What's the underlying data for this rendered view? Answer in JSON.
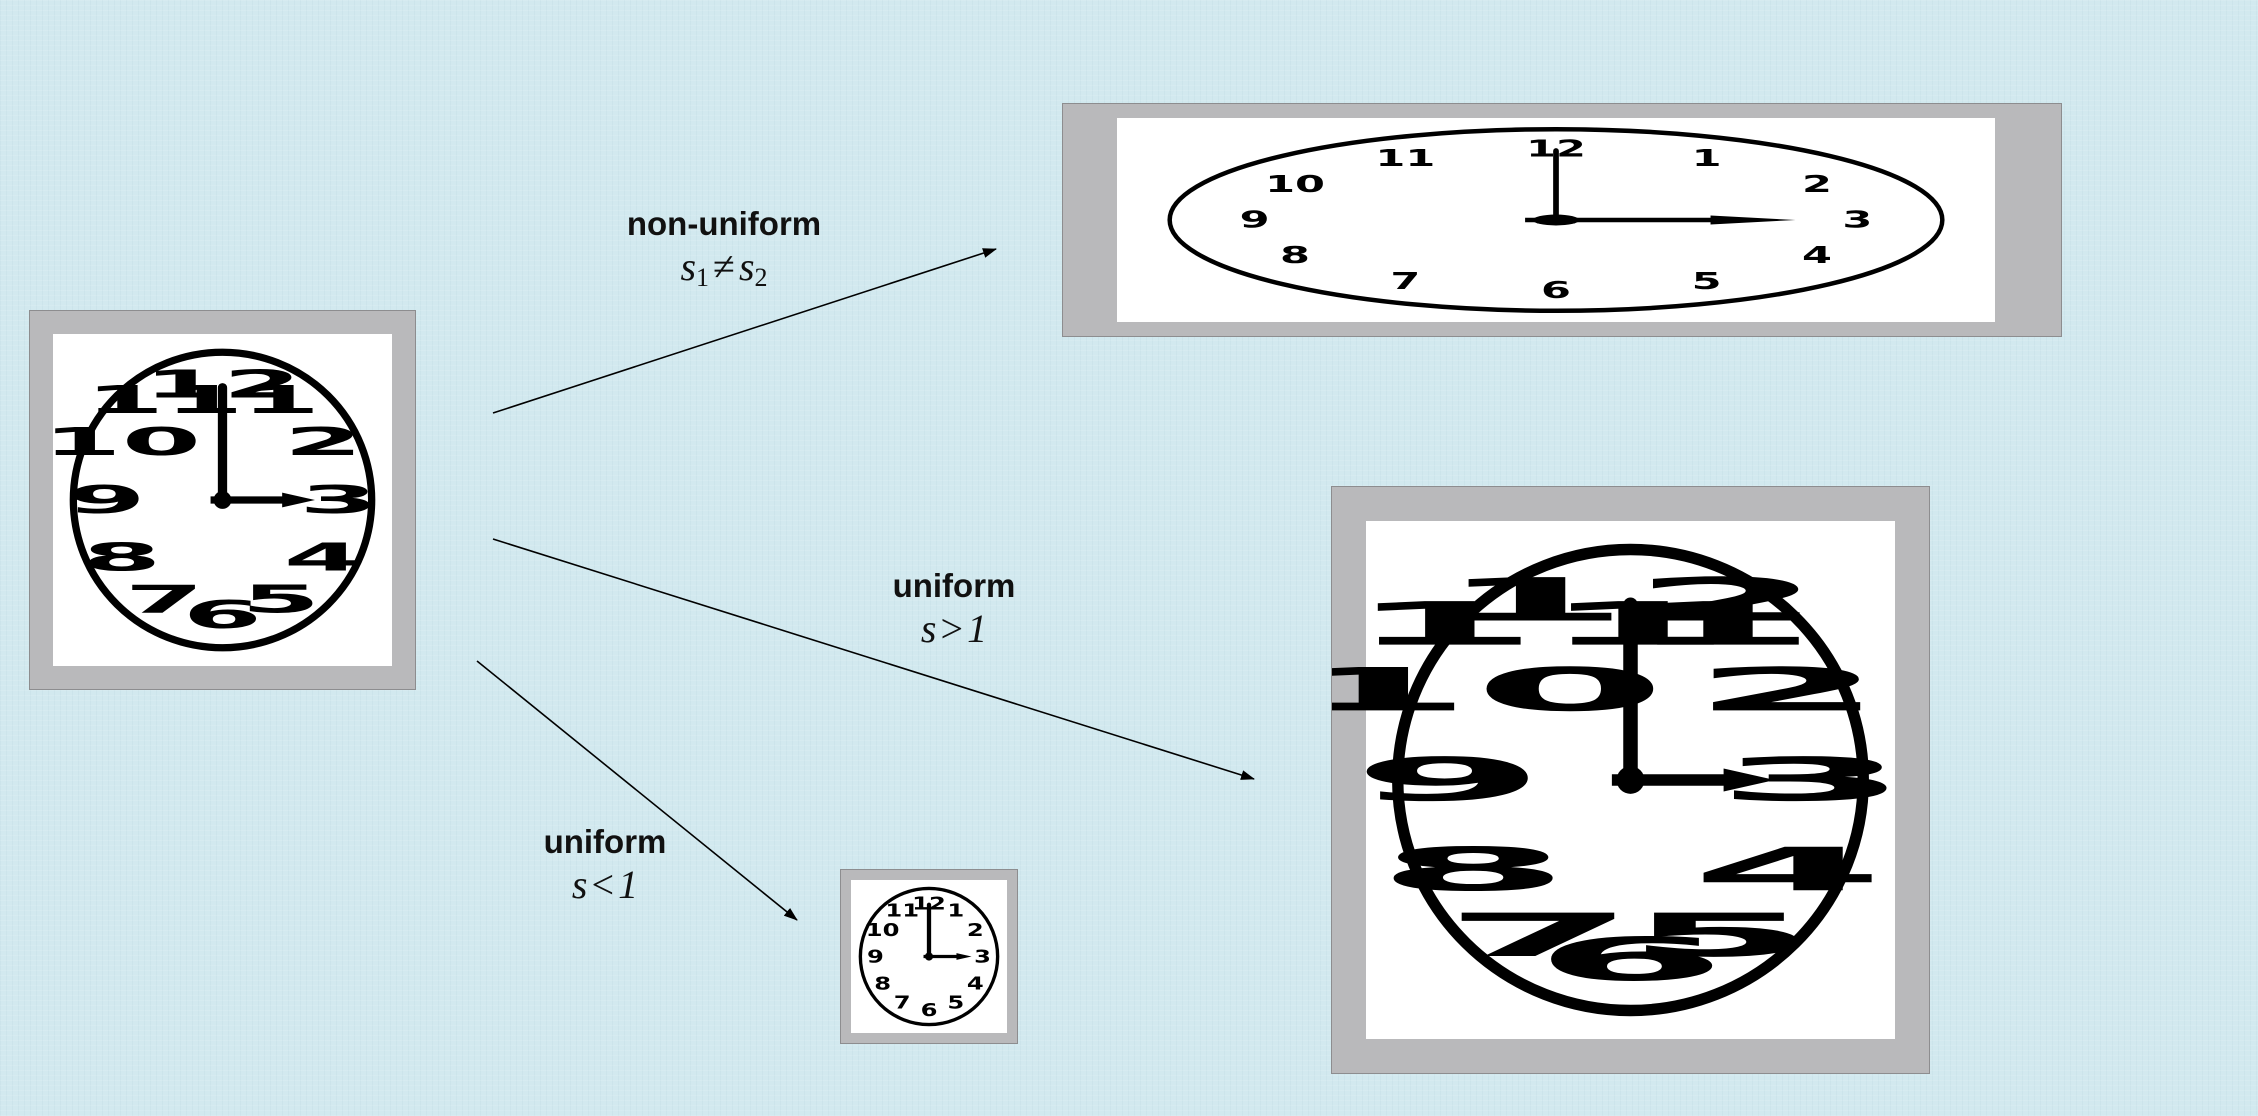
{
  "diagram": {
    "clock_numerals": [
      "12",
      "1",
      "2",
      "3",
      "4",
      "5",
      "6",
      "7",
      "8",
      "9",
      "10",
      "11"
    ],
    "clock_time": "3:00",
    "colors": {
      "background": "#d2e9ef",
      "frame": "#b9b9bb",
      "clock_face": "#ffffff",
      "ink": "#000000"
    },
    "transforms": [
      {
        "id": "non-uniform",
        "label": "non-uniform",
        "condition_parts": [
          "s",
          "1",
          "≠",
          "s",
          "2"
        ],
        "condition": "s₁ ≠ s₂"
      },
      {
        "id": "uniform-up",
        "label": "uniform",
        "condition_parts": [
          "s",
          ">",
          "1"
        ],
        "condition": "s > 1"
      },
      {
        "id": "uniform-down",
        "label": "uniform",
        "condition_parts": [
          "s",
          "<",
          "1"
        ],
        "condition": "s < 1"
      }
    ]
  }
}
